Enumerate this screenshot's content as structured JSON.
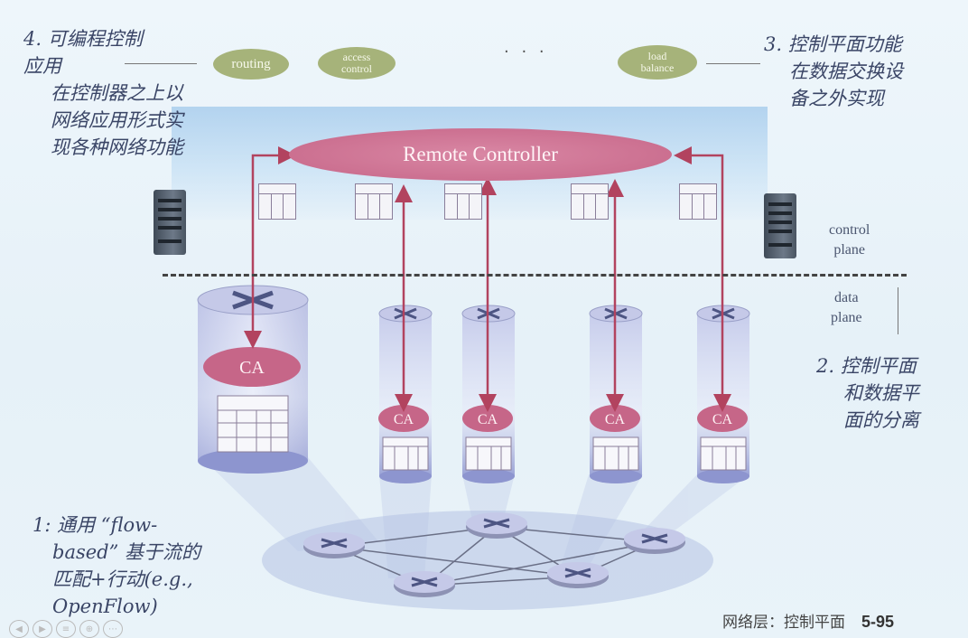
{
  "annotations": {
    "programmable_apps": [
      "4. 可编程控制",
      "应用",
      "在控制器之上以",
      "网络应用形式实",
      "现各种网络功能"
    ],
    "control_outside_switch": [
      "3. 控制平面功能",
      "在数据交换设",
      "备之外实现"
    ],
    "separation": [
      "2. 控制平面",
      "和数据平",
      "面的分离"
    ],
    "flow_based": [
      "1: 通用 “flow-",
      "based” 基于流的",
      "匹配+行动(e.g.,",
      "OpenFlow)"
    ]
  },
  "apps": {
    "routing": "routing",
    "access_control": [
      "access",
      "control"
    ],
    "ellipsis": ". . .",
    "load_balance": [
      "load",
      "balance"
    ]
  },
  "controller_label": "Remote Controller",
  "ca_label": "CA",
  "control_plane_label": [
    "control",
    "plane"
  ],
  "data_plane_label": [
    "data",
    "plane"
  ],
  "footer": {
    "chapter": "网络层：控制平面",
    "page": "5-95"
  },
  "colors": {
    "controller": "#c66688",
    "app_ellipse": "#a6b37a",
    "arrow": "#b2435f",
    "band": "#a0c8eb",
    "switch": "#c5c9e8"
  },
  "icons": [
    "server-icon",
    "router-icon",
    "flow-table-icon"
  ]
}
